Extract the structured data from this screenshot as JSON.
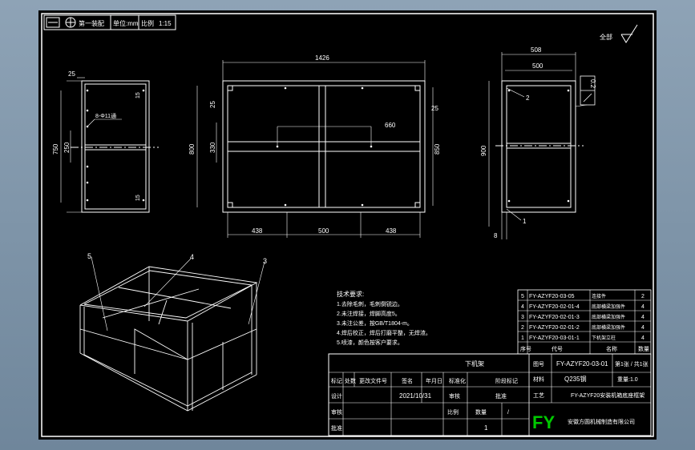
{
  "title_block_top": {
    "sheet_label": "第一装配",
    "field1": "单位:mm",
    "field2": "比例",
    "scale": "1:15"
  },
  "roughness_label": "全部",
  "dimensions": {
    "front_width": "1426",
    "front_height": "800",
    "dim_330": "330",
    "dim_850": "850",
    "dim_660": "660",
    "dim_438_left": "438",
    "dim_500_mid": "500",
    "dim_438_right": "438",
    "dim_25_left": "25",
    "dim_25_right": "25",
    "left_top_25": "25",
    "left_750": "750",
    "left_250": "250",
    "left_15_top": "15",
    "left_15_bottom": "15",
    "hole_note": "8-Φ11通",
    "side_508": "508",
    "side_500": "500",
    "side_900": "900",
    "side_8": "8",
    "side_2": "2",
    "side_1": "1",
    "flatness": "0.2"
  },
  "balloons": [
    "5",
    "4",
    "3"
  ],
  "tech_requirements": {
    "title": "技术要求:",
    "lines": [
      "1.去除毛刺，毛刺倒锐边。",
      "2.未注焊接，焊脚高度5。",
      "3.未注公差，按GB/T1804-m。",
      "4.焊后校正，焊后打磨平整，无焊渣。",
      "5.喷漆，颜色按客户要求。"
    ]
  },
  "parts_list": [
    {
      "no": "5",
      "code": "FY-AZYF20-03-05",
      "name": "连接件",
      "qty": "2"
    },
    {
      "no": "4",
      "code": "FY-AZYF20-02-01-4",
      "name": "底部横梁加强件",
      "qty": "4"
    },
    {
      "no": "3",
      "code": "FY-AZYF20-02-01-3",
      "name": "底部横梁加强件",
      "qty": "4"
    },
    {
      "no": "2",
      "code": "FY-AZYF20-02-01-2",
      "name": "底部横梁加强件",
      "qty": "4"
    },
    {
      "no": "1",
      "code": "FY-AZYF20-03-01-1",
      "name": "下机架立柱",
      "qty": "4"
    }
  ],
  "parts_header": {
    "no": "序号",
    "code": "代号",
    "name": "名称",
    "qty": "数量"
  },
  "title_block": {
    "part_name": "下机架",
    "drawing_no": "FY-AZYF20-03-01",
    "sheet_info": "第1张 / 共1张",
    "material": "Q235钢",
    "weight": "重量:1.0",
    "process": "FY-AZYF20安装机箱底座框架",
    "designer_label": "设计",
    "date": "2021/10/31",
    "standard_label": "标准化",
    "approve_label": "审核",
    "approver": "批准",
    "stage_label": "阶段标记",
    "count_label": "数量",
    "count_value": "1",
    "scale_label": "比例",
    "mark_labels": [
      "标记",
      "处数",
      "更改文件号",
      "签名",
      "年月日"
    ],
    "process_label": "工艺",
    "logo": "FY",
    "company": "安徽方圆机械制造有限公司"
  }
}
